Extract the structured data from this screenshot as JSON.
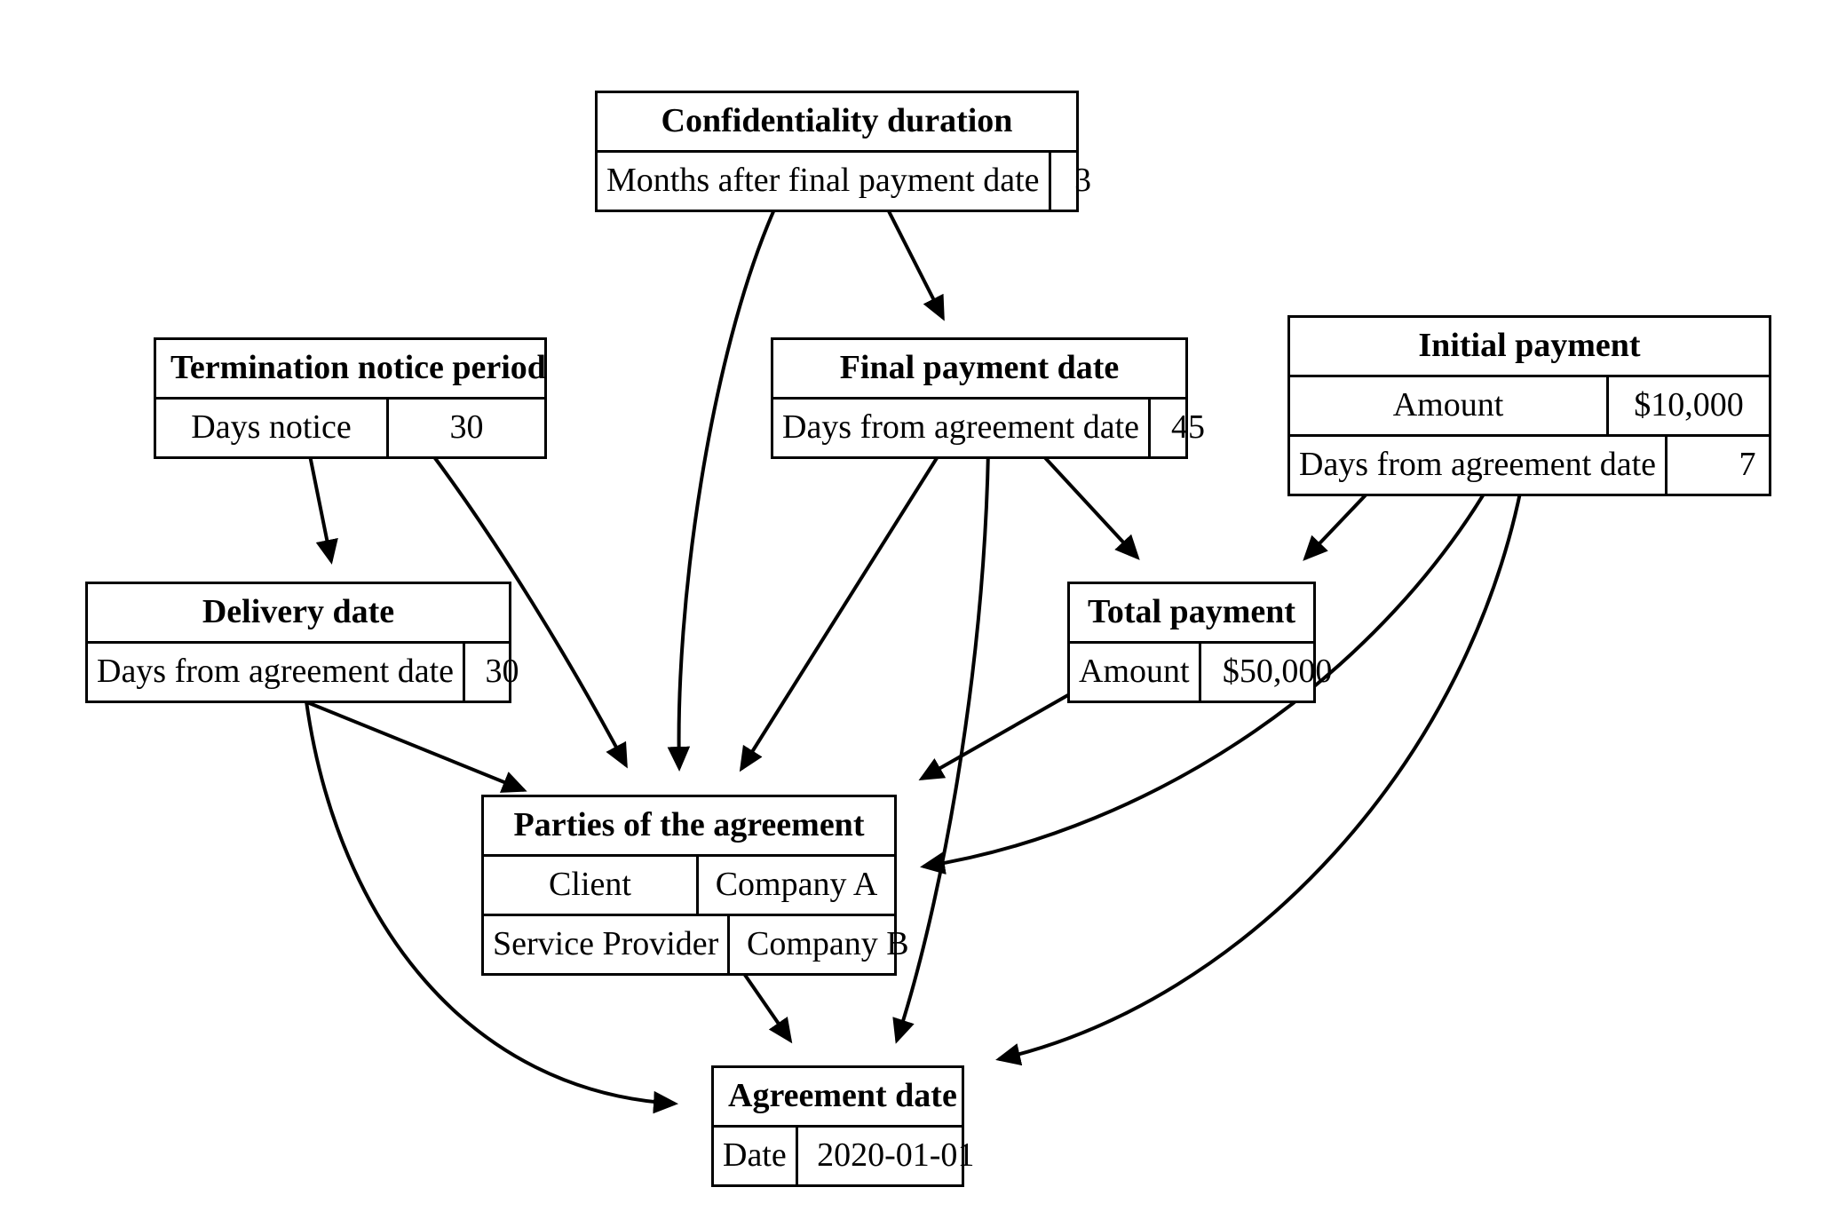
{
  "diagram": {
    "type": "entity-relationship-graph",
    "background": "#ffffff",
    "line_color": "#000000",
    "nodes": [
      {
        "id": "confidentiality",
        "title": "Confidentiality duration",
        "rows": [
          {
            "key": "Months after final payment date",
            "value": "3"
          }
        ]
      },
      {
        "id": "termination",
        "title": "Termination notice period",
        "rows": [
          {
            "key": "Days notice",
            "value": "30"
          }
        ]
      },
      {
        "id": "final_payment",
        "title": "Final payment date",
        "rows": [
          {
            "key": "Days from agreement date",
            "value": "45"
          }
        ]
      },
      {
        "id": "initial_payment",
        "title": "Initial payment",
        "rows": [
          {
            "key": "Amount",
            "value": "$10,000"
          },
          {
            "key": "Days from agreement date",
            "value": "7"
          }
        ]
      },
      {
        "id": "delivery",
        "title": "Delivery date",
        "rows": [
          {
            "key": "Days from agreement date",
            "value": "30"
          }
        ]
      },
      {
        "id": "total_payment",
        "title": "Total payment",
        "rows": [
          {
            "key": "Amount",
            "value": "$50,000"
          }
        ]
      },
      {
        "id": "parties",
        "title": "Parties of the agreement",
        "rows": [
          {
            "key": "Client",
            "value": "Company A"
          },
          {
            "key": "Service Provider",
            "value": "Company B"
          }
        ]
      },
      {
        "id": "agreement_date",
        "title": "Agreement date",
        "rows": [
          {
            "key": "Date",
            "value": "2020-01-01"
          }
        ]
      }
    ],
    "edges": [
      {
        "from": "confidentiality",
        "to": "final_payment"
      },
      {
        "from": "confidentiality",
        "to": "parties"
      },
      {
        "from": "termination",
        "to": "delivery"
      },
      {
        "from": "termination",
        "to": "parties"
      },
      {
        "from": "final_payment",
        "to": "parties"
      },
      {
        "from": "final_payment",
        "to": "total_payment"
      },
      {
        "from": "final_payment",
        "to": "agreement_date"
      },
      {
        "from": "initial_payment",
        "to": "total_payment"
      },
      {
        "from": "initial_payment",
        "to": "parties"
      },
      {
        "from": "initial_payment",
        "to": "agreement_date"
      },
      {
        "from": "delivery",
        "to": "parties"
      },
      {
        "from": "delivery",
        "to": "agreement_date"
      },
      {
        "from": "total_payment",
        "to": "parties"
      },
      {
        "from": "parties",
        "to": "agreement_date"
      }
    ]
  }
}
